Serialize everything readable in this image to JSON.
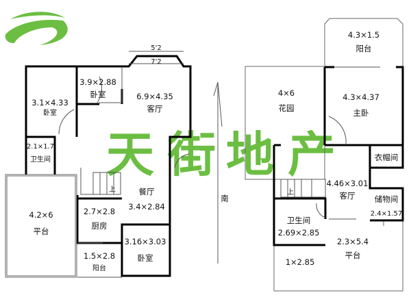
{
  "watermark": {
    "chars": [
      "天",
      "街",
      "地",
      "产"
    ],
    "color": "#5cb82e"
  },
  "compass": {
    "south": "南"
  },
  "left_plan": {
    "dims_top": [
      "5'2",
      "7'2"
    ],
    "rooms": [
      {
        "name": "bedroom-1",
        "size": "3.1×4.33",
        "label": "卧室"
      },
      {
        "name": "bedroom-2",
        "size": "3.9×2.88",
        "label": "卧室"
      },
      {
        "name": "living-room",
        "size": "6.9×4.35",
        "label": "客厅"
      },
      {
        "name": "bathroom",
        "size": "2.1×1.7",
        "label": "卫生间"
      },
      {
        "name": "terrace",
        "size": "4.2×6",
        "label": "平台"
      },
      {
        "name": "dining",
        "size": "3.4×2.84",
        "label": "餐厅"
      },
      {
        "name": "kitchen",
        "size": "2.7×2.8",
        "label": "厨房"
      },
      {
        "name": "balcony",
        "size": "1.5×2.8",
        "label": "阳台"
      },
      {
        "name": "bedroom-3",
        "size": "3.16×3.03",
        "label": "卧室"
      }
    ],
    "stair": {
      "up": "上"
    }
  },
  "right_plan": {
    "rooms": [
      {
        "name": "balcony",
        "size": "4.3×1.5",
        "label": "阳台"
      },
      {
        "name": "garden",
        "size": "4×6",
        "label": "花园"
      },
      {
        "name": "master-bedroom",
        "size": "4.3×4.37",
        "label": "主卧"
      },
      {
        "name": "cloakroom",
        "label": "衣帽间"
      },
      {
        "name": "living-room",
        "size": "4.46×3.01",
        "label": "客厅"
      },
      {
        "name": "storage",
        "label": "储物间",
        "size": "2.4×1.57"
      },
      {
        "name": "bathroom",
        "label": "卫生间",
        "size": "2.69×2.85"
      },
      {
        "name": "terrace",
        "size": "2.3×5.4",
        "label": "平台"
      },
      {
        "name": "terrace-strip",
        "size": "1×2.85"
      }
    ],
    "stair": {
      "up": "上"
    }
  }
}
